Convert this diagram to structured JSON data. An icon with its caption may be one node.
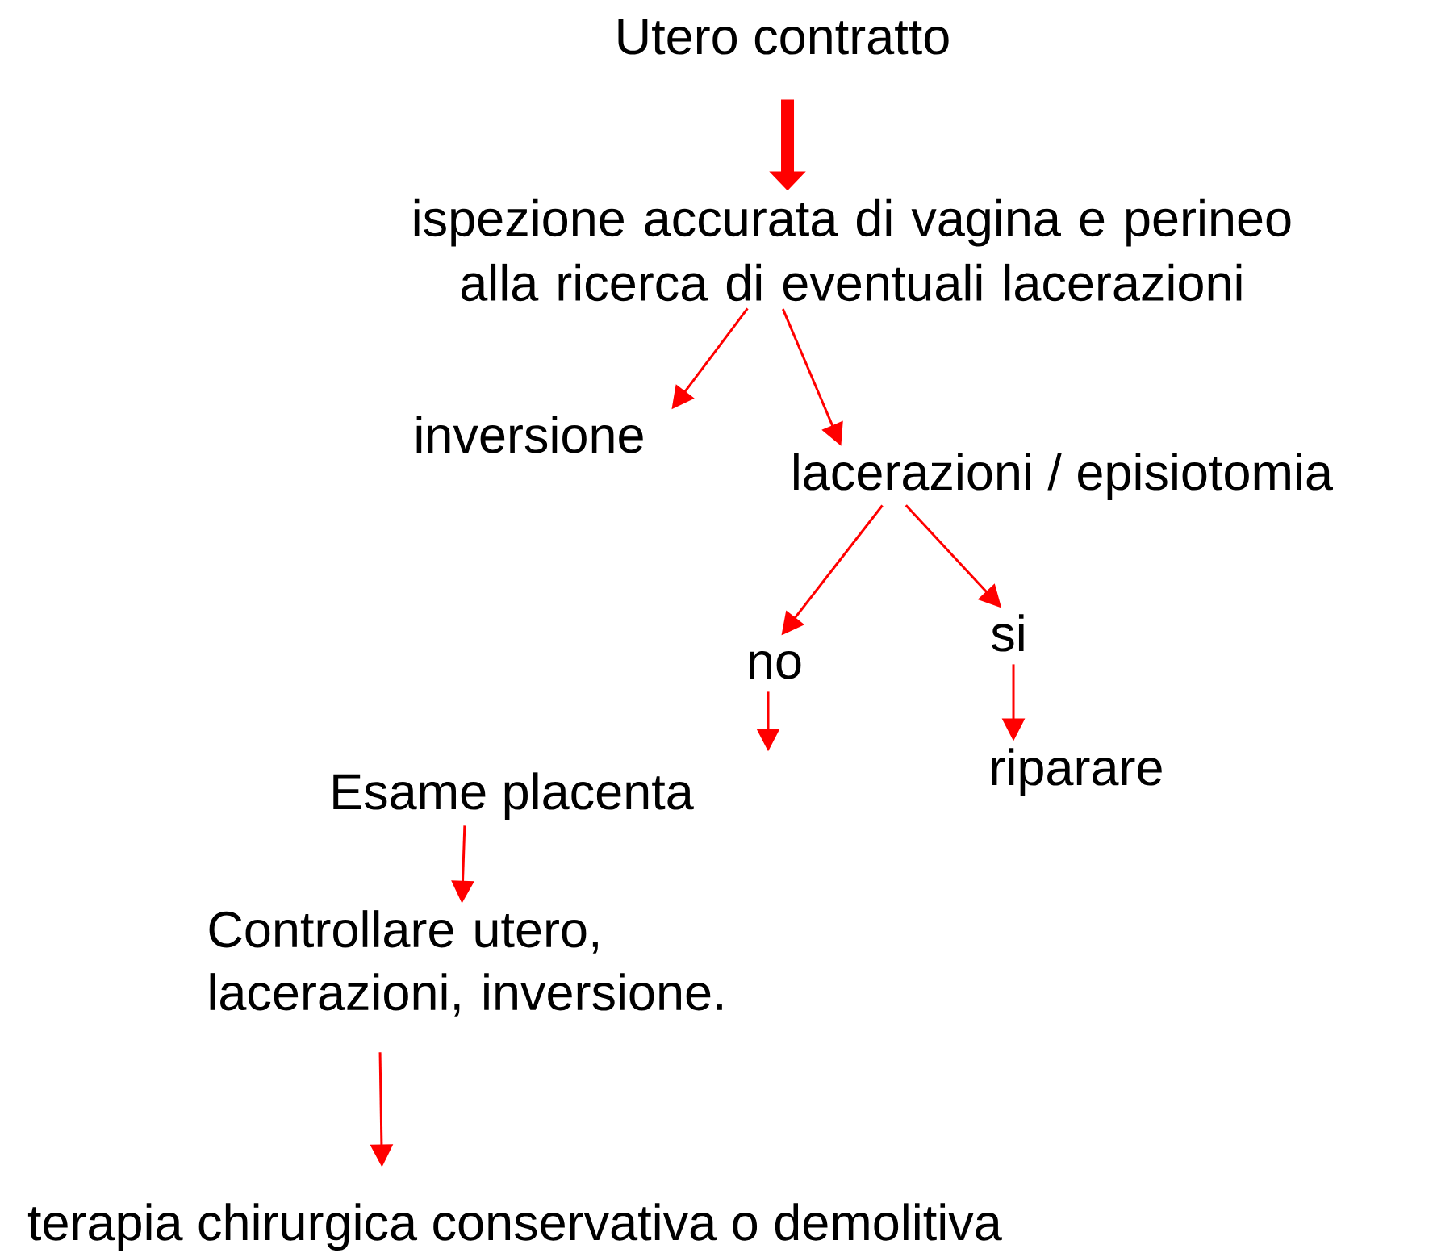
{
  "diagram": {
    "nodes": [
      {
        "text": [
          "Utero contratto"
        ]
      },
      {
        "text": [
          "ispezione accurata di vagina e perineo alla ricerca di eventuali lacerazioni"
        ]
      },
      {
        "text": [
          "inversione"
        ]
      },
      {
        "text": [
          "lacerazioni / episiotomia"
        ]
      },
      {
        "text": [
          "no"
        ]
      },
      {
        "text": [
          "si"
        ]
      },
      {
        "text": [
          "riparare"
        ]
      },
      {
        "text": [
          "Esame placenta"
        ]
      },
      {
        "text": [
          "Controllare utero, lacerazioni, inversione."
        ]
      },
      {
        "text": [
          "terapia chirurgica conservativa o demolitiva"
        ]
      }
    ],
    "edges": [
      {
        "from": 0,
        "to": 1,
        "arrow": "to",
        "style": "thick"
      },
      {
        "from": 1,
        "to": 2,
        "arrow": "to"
      },
      {
        "from": 1,
        "to": 3,
        "arrow": "to"
      },
      {
        "from": 3,
        "to": 4,
        "arrow": "to"
      },
      {
        "from": 3,
        "to": 5,
        "arrow": "to"
      },
      {
        "from": 4,
        "to": null,
        "arrow": "to"
      },
      {
        "from": 5,
        "to": 6,
        "arrow": "to"
      },
      {
        "from": 7,
        "to": 8,
        "arrow": "to"
      },
      {
        "from": 8,
        "to": 9,
        "arrow": "to"
      }
    ]
  }
}
